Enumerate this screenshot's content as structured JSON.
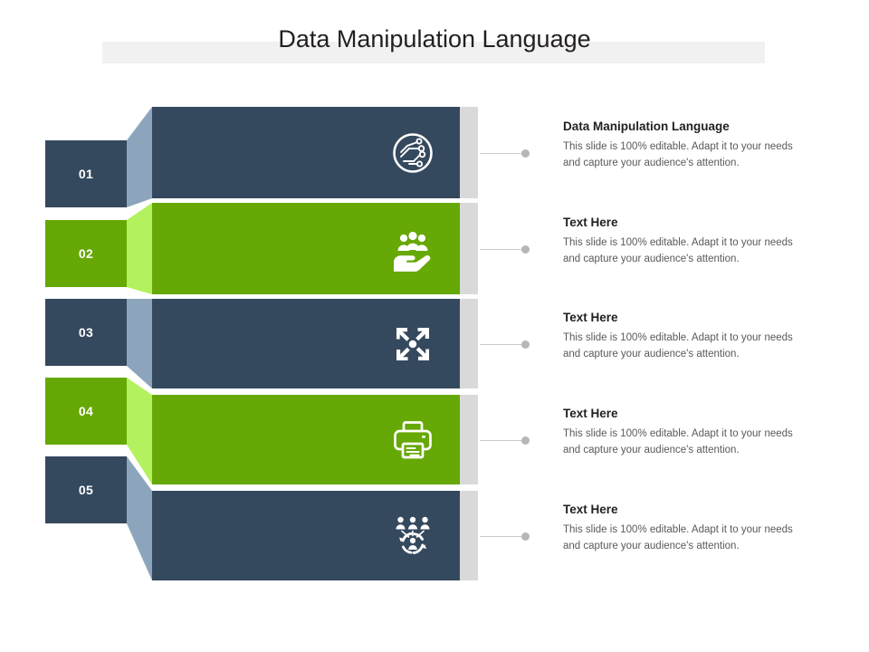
{
  "slide": {
    "title": "Data Manipulation Language",
    "colors": {
      "dark": "#35495e",
      "dark_connector": "#8ca5bc",
      "green": "#66a805",
      "green_connector": "#b3f25e",
      "bar_extension": "#d9d9d9",
      "title_band": "#f1f1f1",
      "lead_dot": "#b6b6b6",
      "heading_text": "#231f20",
      "body_text": "#595959"
    }
  },
  "rows": [
    {
      "number": "01",
      "theme": "dark",
      "icon": "circuit-network-icon",
      "heading": "Data Manipulation Language",
      "body": "This slide is 100% editable. Adapt it to your needs and capture your audience's attention."
    },
    {
      "number": "02",
      "theme": "green",
      "icon": "hand-holding-people-icon",
      "heading": "Text Here",
      "body": "This slide is 100% editable. Adapt it to your needs and capture your audience's attention."
    },
    {
      "number": "03",
      "theme": "dark",
      "icon": "expand-arrows-icon",
      "heading": "Text Here",
      "body": "This slide is 100% editable. Adapt it to your needs and capture your audience's attention."
    },
    {
      "number": "04",
      "theme": "green",
      "icon": "printer-icon",
      "heading": "Text Here",
      "body": "This slide is 100% editable. Adapt it to your needs and capture your audience's attention."
    },
    {
      "number": "05",
      "theme": "dark",
      "icon": "team-management-icon",
      "heading": "Text Here",
      "body": "This slide is 100% editable. Adapt it to your needs and capture your audience's attention."
    }
  ]
}
